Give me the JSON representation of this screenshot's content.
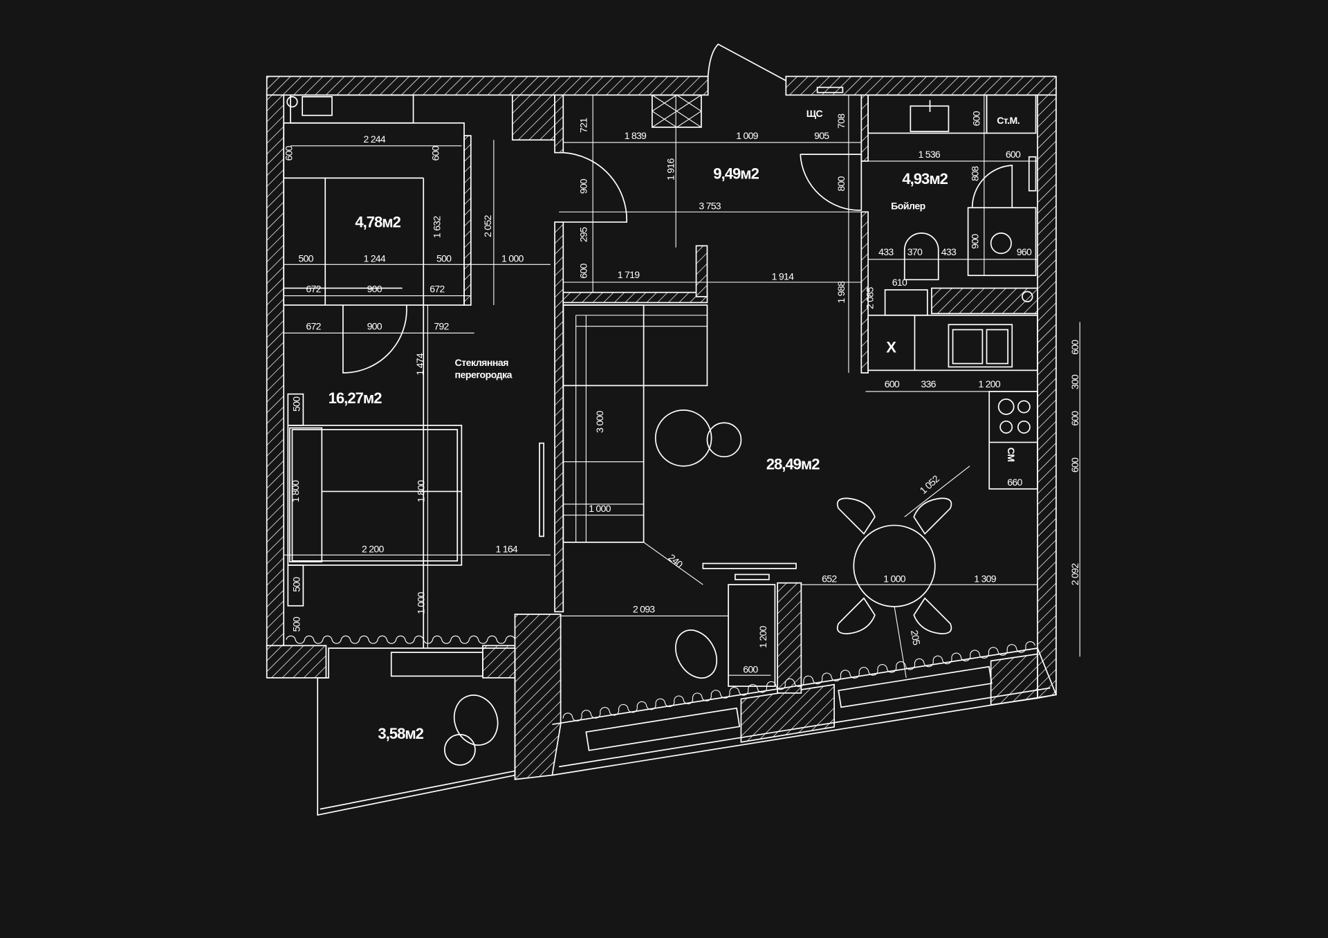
{
  "colors": {
    "background": "#151515",
    "lines": "#ffffff"
  },
  "rooms": [
    "4,78м2",
    "9,49м2",
    "4,93м2",
    "16,27м2",
    "28,49м2",
    "3,58м2"
  ],
  "labels": {
    "laundry": "Ст.М.",
    "panel": "ЩС",
    "boiler": "Бойлер",
    "glass_1": "Стеклянная",
    "glass_2": "перегородка",
    "hob_mark": "X",
    "washer": "СМ"
  },
  "dims": {
    "h": [
      "2 244",
      "500",
      "1 244",
      "500",
      "1 000",
      "672",
      "900",
      "672",
      "672",
      "900",
      "792",
      "1 839",
      "1 009",
      "905",
      "1 536",
      "600",
      "3 753",
      "433",
      "370",
      "433",
      "960",
      "1 719",
      "1 914",
      "610",
      "600",
      "336",
      "1 200",
      "1 000",
      "2 200",
      "1 164",
      "652",
      "1 000",
      "1 309",
      "2 093",
      "600"
    ],
    "v": [
      "600",
      "600",
      "2 052",
      "1 632",
      "1 474",
      "721",
      "900",
      "295",
      "600",
      "1 916",
      "708",
      "800",
      "600",
      "808",
      "900",
      "1 988",
      "2 085",
      "500",
      "1 800",
      "1 800",
      "500",
      "1 000",
      "500",
      "3 000",
      "1 200",
      "205",
      "660",
      "600",
      "300",
      "600",
      "600",
      "2 092"
    ],
    "d": [
      "1 052",
      "240"
    ]
  }
}
